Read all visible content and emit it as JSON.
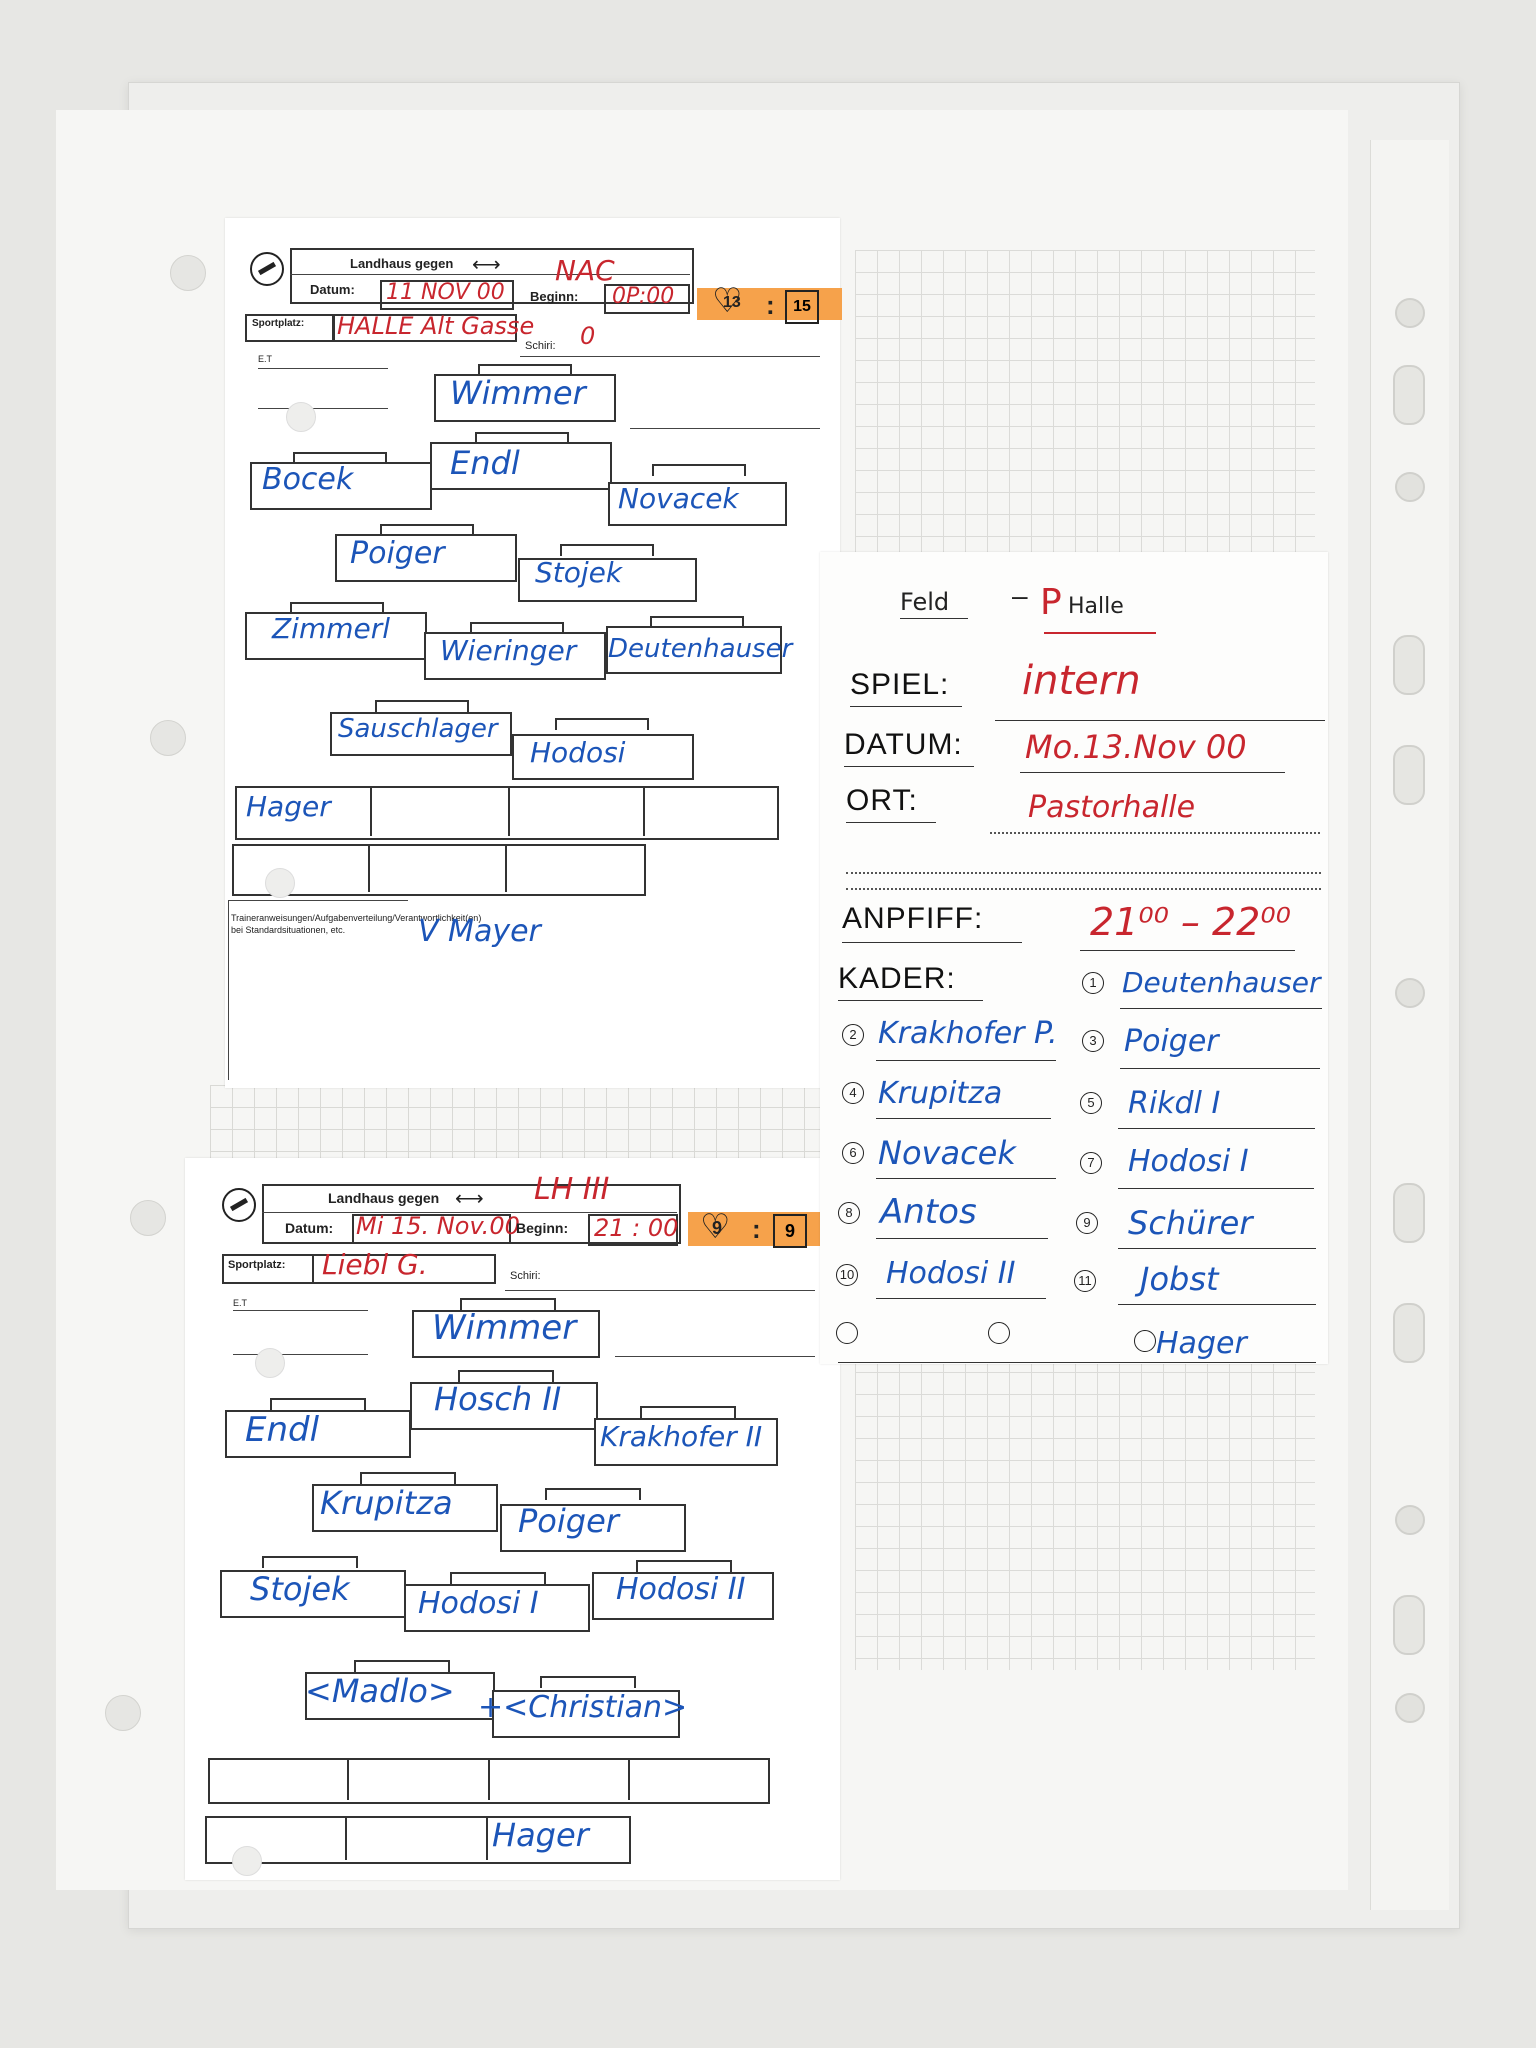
{
  "sheet1": {
    "header_label": "Landhaus gegen",
    "opponent": "NAC",
    "date_label": "Datum:",
    "date_value": "11 NOV 00",
    "start_label": "Beginn:",
    "start_value": "0P:00",
    "venue_label": "Sportplatz:",
    "venue_value": "HALLE Alt Gasse",
    "referee_label": "Schiri:",
    "referee_value": "0",
    "score_home": "13",
    "score_away": "15",
    "et_label": "E.T",
    "players": [
      "Wimmer",
      "Endl",
      "Bocek",
      "Novacek",
      "Poiger",
      "Stojek",
      "Zimmerl",
      "Wieringer",
      "Deutenhauser",
      "Sauschlager",
      "Hodosi",
      "Hager"
    ],
    "instructions_label": "Traineranweisungen/Aufgabenverteilung/Verantwortlichkeit(en) bei Standardsituationen, etc.",
    "instructions_value": "V Mayer"
  },
  "sheet2": {
    "header_label": "Landhaus gegen",
    "opponent": "LH III",
    "date_label": "Datum:",
    "date_value": "Mi 15. Nov.00",
    "start_label": "Beginn:",
    "start_value": "21 : 00",
    "venue_label": "Sportplatz:",
    "venue_value": "Liebl G.",
    "referee_label": "Schiri:",
    "score_home": "9",
    "score_away": "9",
    "et_label": "E.T",
    "players": [
      "Wimmer",
      "Hosch II",
      "Endl",
      "Krakhofer II",
      "Krupitza",
      "Poiger",
      "Stojek",
      "Hodosi I",
      "Hodosi II",
      "<Madlo>",
      "+<Christian>",
      "Hager"
    ]
  },
  "card": {
    "feld_label": "Feld",
    "halle_label": "Halle",
    "spiel_label": "SPIEL:",
    "spiel_value": "intern",
    "datum_label": "DATUM:",
    "datum_value": "Mo.13.Nov 00",
    "ort_label": "ORT:",
    "ort_value": "Pastorhalle",
    "anpfiff_label": "ANPFIFF:",
    "anpfiff_value": "21⁰⁰ – 22⁰⁰",
    "kader_label": "KADER:",
    "kader": [
      {
        "n": "1",
        "name": "Deutenhauser"
      },
      {
        "n": "2",
        "name": "Krakhofer P."
      },
      {
        "n": "3",
        "name": "Poiger"
      },
      {
        "n": "4",
        "name": "Krupitza"
      },
      {
        "n": "5",
        "name": "Rikdl I"
      },
      {
        "n": "6",
        "name": "Novacek"
      },
      {
        "n": "7",
        "name": "Hodosi I"
      },
      {
        "n": "8",
        "name": "Antos"
      },
      {
        "n": "9",
        "name": "Schürer"
      },
      {
        "n": "10",
        "name": "Hodosi II"
      },
      {
        "n": "11",
        "name": "Jobst"
      },
      {
        "n": "",
        "name": "Hager"
      }
    ]
  }
}
